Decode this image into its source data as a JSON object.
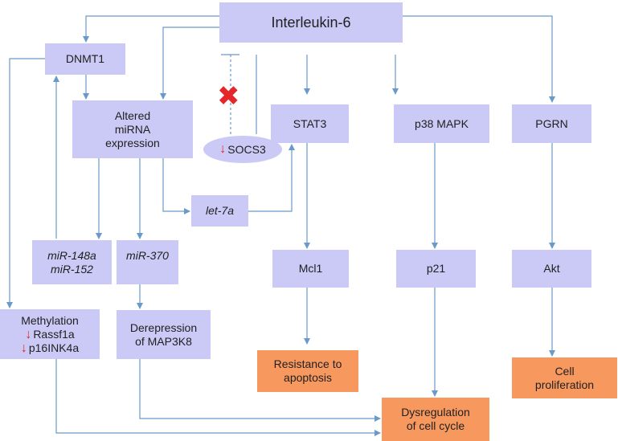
{
  "nodes": {
    "il6": "Interleukin-6",
    "dnmt1": "DNMT1",
    "mirna": [
      "Altered",
      "miRNA",
      "expression"
    ],
    "socs3": "SOCS3",
    "stat3": "STAT3",
    "p38": "p38 MAPK",
    "pgrn": "PGRN",
    "let7a": "let-7a",
    "mir148": [
      "miR-148a",
      "miR-152"
    ],
    "mir370": "miR-370",
    "mcl1": "Mcl1",
    "p21": "p21",
    "akt": "Akt",
    "methylation": [
      "Methylation",
      "Rassf1a",
      "p16INK4a"
    ],
    "derepression": [
      "Derepression",
      "of MAP3K8"
    ],
    "resistance": [
      "Resistance to",
      "apoptosis"
    ],
    "proliferation": [
      "Cell",
      "proliferation"
    ],
    "dysregulation": [
      "Dysregulation",
      "of cell cycle"
    ]
  },
  "glyphs": {
    "down_arrow": "↓",
    "x_mark": "✖"
  },
  "colors": {
    "box_fill": "#cbcaf6",
    "outcome_fill": "#f7995f",
    "connector": "#6a9ac8",
    "inhibit_mark": "#e5262a"
  }
}
